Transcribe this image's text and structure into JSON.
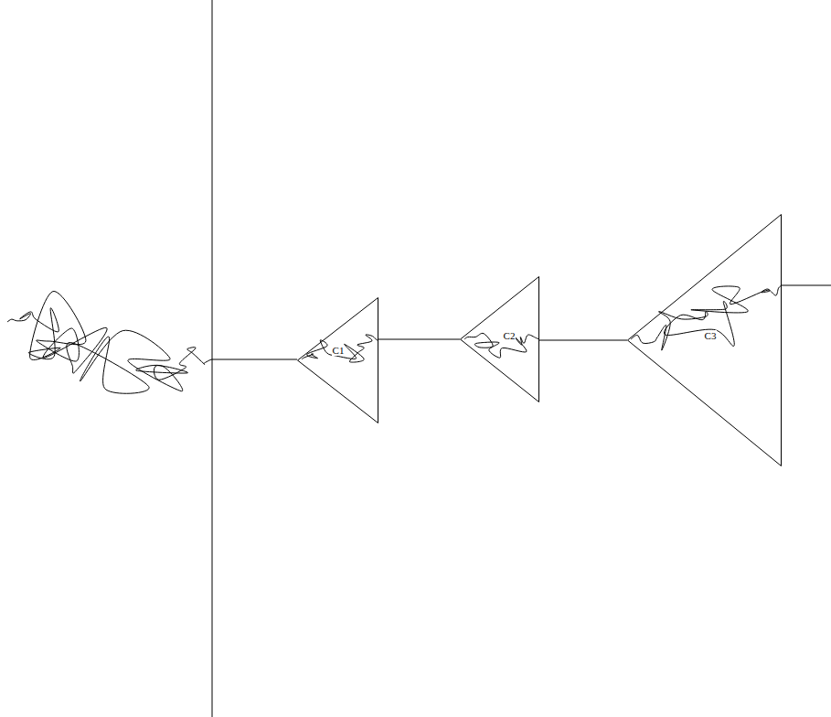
{
  "diagram": {
    "nodes": [
      {
        "text": [
          "C1"
        ]
      },
      {
        "text": [
          "C2"
        ]
      },
      {
        "text": [
          "C3"
        ]
      }
    ],
    "edges": [
      {
        "from": 0,
        "to": 1,
        "arrow": "none"
      },
      {
        "from": 1,
        "to": 2,
        "arrow": "none"
      }
    ]
  }
}
